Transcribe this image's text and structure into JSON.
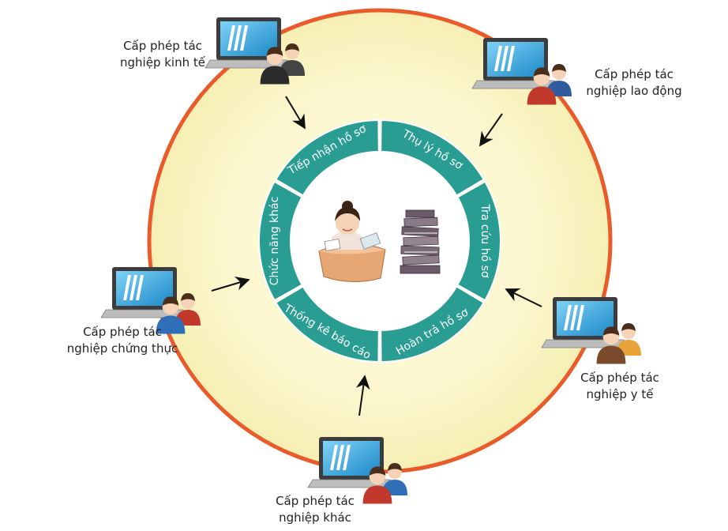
{
  "colors": {
    "outer_ring": "#E95B2B",
    "inner_fill": "#FBF6CC",
    "segment": "#2A9D93",
    "segment_text": "#FFFFFF",
    "arrow": "#111111"
  },
  "center": {
    "icons": [
      "clerk-at-desk-icon",
      "file-stack-icon"
    ]
  },
  "segments": [
    {
      "label": "Thụ lý hồ sơ"
    },
    {
      "label": "Tra cứu hồ sơ"
    },
    {
      "label": "Hoàn trả hồ sơ"
    },
    {
      "label": "Thống kê báo cáo"
    },
    {
      "label": "Chức năng khác"
    },
    {
      "label": "Tiếp nhận hồ sơ"
    }
  ],
  "nodes": [
    {
      "id": "kinh-te",
      "line1": "Cấp phép tác",
      "line2": "nghiệp kinh tế",
      "icon": "laptop-users-icon"
    },
    {
      "id": "lao-dong",
      "line1": "Cấp phép tác",
      "line2": "nghiệp lao động",
      "icon": "laptop-users-icon"
    },
    {
      "id": "y-te",
      "line1": "Cấp phép tác",
      "line2": "nghiệp y tế",
      "icon": "laptop-users-icon"
    },
    {
      "id": "khac",
      "line1": "Cấp phép tác",
      "line2": "nghiệp khác",
      "icon": "laptop-users-icon"
    },
    {
      "id": "chung-thuc",
      "line1": "Cấp phép tác",
      "line2": "nghiệp chứng thực",
      "icon": "laptop-users-icon"
    }
  ]
}
